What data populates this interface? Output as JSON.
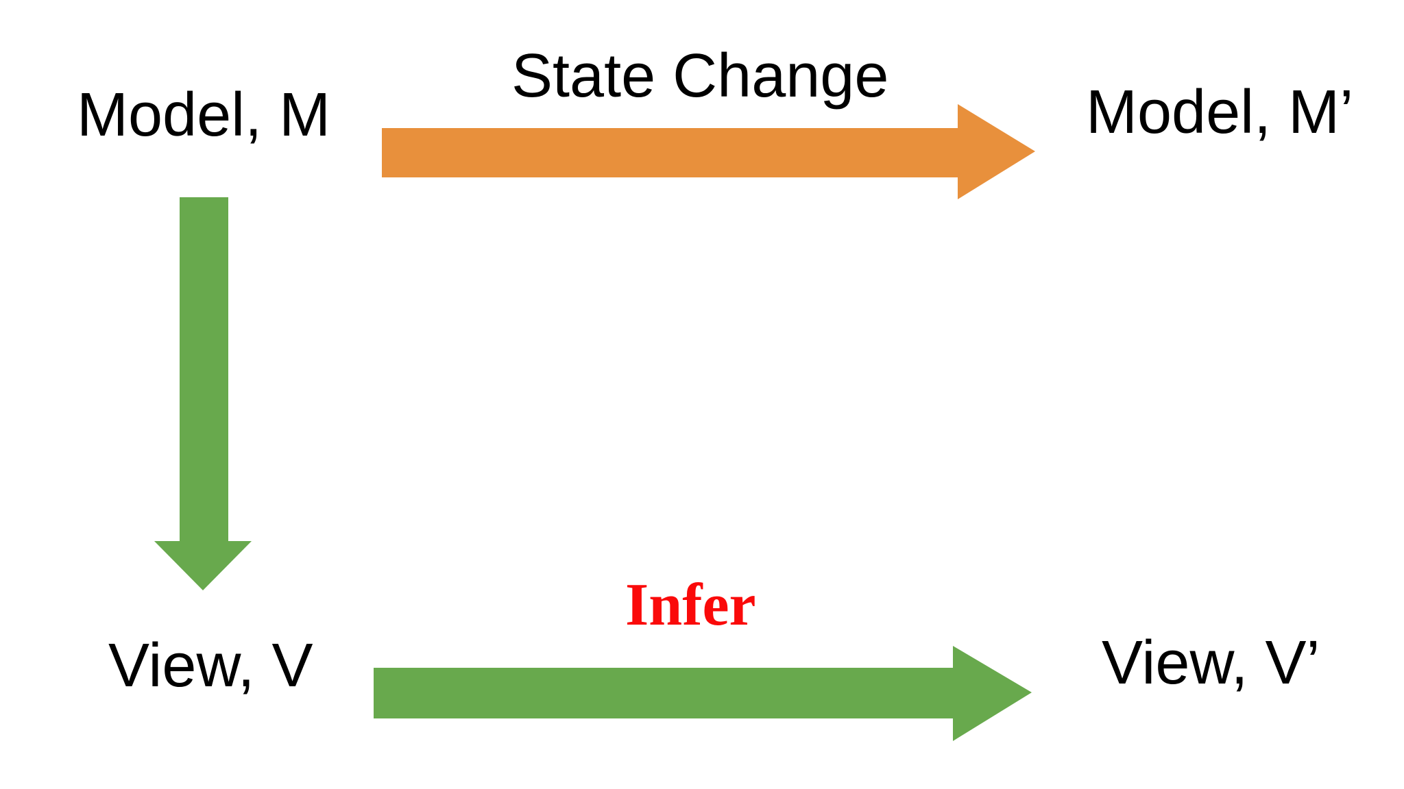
{
  "colors": {
    "orange": "#E8903C",
    "green": "#68A94D",
    "red": "#FA0A0A",
    "text": "#000000",
    "background": "#FFFFFF"
  },
  "nodes": {
    "model": {
      "label": "Model, M"
    },
    "model_prime": {
      "label": "Model, M’"
    },
    "view": {
      "label": "View, V"
    },
    "view_prime": {
      "label": "View, V’"
    }
  },
  "edges": {
    "state_change": {
      "label": "State Change",
      "from": "model",
      "to": "model_prime",
      "direction": "right",
      "color": "#E8903C"
    },
    "model_to_view": {
      "label": "",
      "from": "model",
      "to": "view",
      "direction": "down",
      "color": "#68A94D"
    },
    "infer": {
      "label": "Infer",
      "from": "view",
      "to": "view_prime",
      "direction": "right",
      "color": "#68A94D"
    }
  }
}
